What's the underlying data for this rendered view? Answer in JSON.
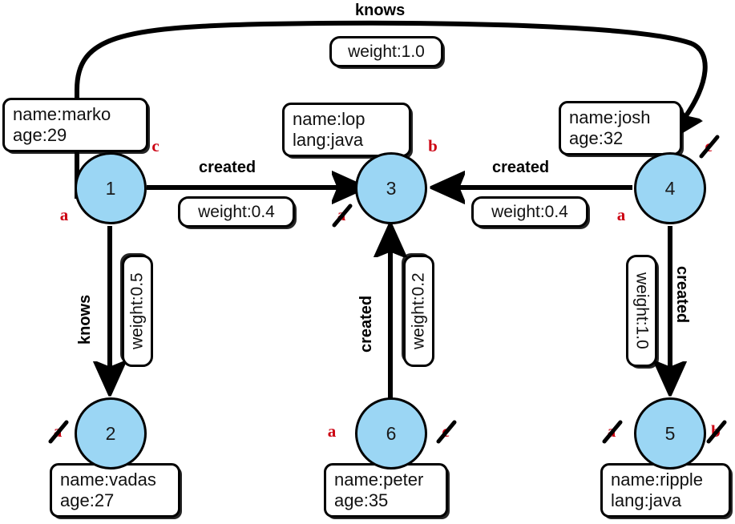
{
  "diagram": {
    "title": "property-graph",
    "node_fill": "#9bd6f4",
    "node_stroke": "#000000",
    "annotation_color": "#cc0011",
    "nodes": [
      {
        "id": "1",
        "label": "1",
        "props": [
          "name:marko",
          "age:29"
        ]
      },
      {
        "id": "2",
        "label": "2",
        "props": [
          "name:vadas",
          "age:27"
        ]
      },
      {
        "id": "3",
        "label": "3",
        "props": [
          "name:lop",
          "lang:java"
        ]
      },
      {
        "id": "4",
        "label": "4",
        "props": [
          "name:josh",
          "age:32"
        ]
      },
      {
        "id": "5",
        "label": "5",
        "props": [
          "name:ripple",
          "lang:java"
        ]
      },
      {
        "id": "6",
        "label": "6",
        "props": [
          "name:peter",
          "age:35"
        ]
      }
    ],
    "edges": [
      {
        "from": "4",
        "to": "1",
        "label": "knows",
        "weight": "weight:1.0"
      },
      {
        "from": "1",
        "to": "3",
        "label": "created",
        "weight": "weight:0.4"
      },
      {
        "from": "4",
        "to": "3",
        "label": "created",
        "weight": "weight:0.4"
      },
      {
        "from": "1",
        "to": "2",
        "label": "knows",
        "weight": "weight:0.5"
      },
      {
        "from": "6",
        "to": "3",
        "label": "created",
        "weight": "weight:0.2"
      },
      {
        "from": "4",
        "to": "5",
        "label": "created",
        "weight": "weight:1.0"
      }
    ],
    "annotations": [
      {
        "node": "1",
        "letter": "c",
        "struck": false
      },
      {
        "node": "1",
        "letter": "a",
        "struck": false
      },
      {
        "node": "3",
        "letter": "b",
        "struck": false
      },
      {
        "node": "3",
        "letter": "a",
        "struck": true
      },
      {
        "node": "4",
        "letter": "c",
        "struck": true
      },
      {
        "node": "4",
        "letter": "a",
        "struck": false
      },
      {
        "node": "2",
        "letter": "a",
        "struck": true
      },
      {
        "node": "6",
        "letter": "a",
        "struck": false
      },
      {
        "node": "6",
        "letter": "c",
        "struck": true
      },
      {
        "node": "5",
        "letter": "a",
        "struck": true
      },
      {
        "node": "5",
        "letter": "b",
        "struck": true
      }
    ]
  }
}
